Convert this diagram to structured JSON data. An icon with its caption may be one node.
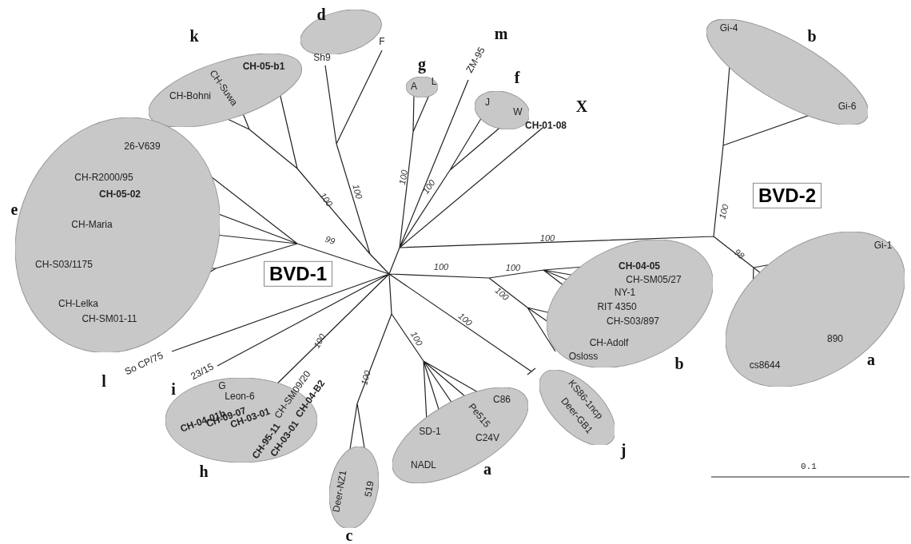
{
  "diagram": {
    "nodes": [
      {
        "text": [
          "CH-Suwa",
          "CH-05-b1",
          "CH-Bohni"
        ],
        "beside": [
          "k"
        ]
      },
      {
        "text": [
          "Sh9",
          "F"
        ],
        "beside": [
          "d"
        ]
      },
      {
        "text": [
          "A",
          "L"
        ],
        "beside": [
          "g"
        ]
      },
      {
        "text": [
          "J",
          "W"
        ],
        "beside": [
          "f"
        ]
      },
      {
        "text": [
          "Gi-4",
          "Gi-6"
        ],
        "beside": [
          "b"
        ]
      },
      {
        "text": [
          "26-V639",
          "CH-R2000/95",
          "CH-05-02",
          "CH-Maria",
          "CH-S03/1175",
          "CH-Lelka",
          "CH-SM01-11"
        ],
        "beside": [
          "e"
        ]
      },
      {
        "text": [
          "BVD-1"
        ]
      },
      {
        "text": [
          "BVD-2"
        ]
      },
      {
        "text": [
          "CH-04-05",
          "CH-SM05/27",
          "NY-1",
          "RIT 4350",
          "CH-S03/897",
          "CH-Adolf",
          "Osloss"
        ],
        "beside": [
          "b"
        ]
      },
      {
        "text": [
          "Gi-1",
          "890",
          "cs8644"
        ],
        "beside": [
          "a"
        ]
      },
      {
        "text": [
          "KS86-1ncp",
          "Deer-GB1"
        ],
        "beside": [
          "j"
        ]
      },
      {
        "text": [
          "G",
          "Leon-6",
          "CH-04-01b",
          "CH-09-07",
          "CH-03-01",
          "CH-SM09/20",
          "CH-04-B2",
          "CH-95-11",
          "CH-03-01"
        ],
        "beside": [
          "h"
        ]
      },
      {
        "text": [
          "C86",
          "Pe515",
          "SD-1",
          "C24V",
          "NADL"
        ],
        "beside": [
          "a"
        ]
      },
      {
        "text": [
          "Deer-NZ1",
          "519"
        ],
        "beside": [
          "c"
        ]
      }
    ],
    "labels": [
      "m",
      "ZM-95",
      "X",
      "CH-01-08",
      "100",
      "100",
      "100",
      "100",
      "100",
      "99",
      "100",
      "98",
      "100",
      "100",
      "100",
      "100",
      "100",
      "100",
      "100",
      "l",
      "So CP/75",
      "i",
      "23/15",
      "0.1"
    ]
  }
}
